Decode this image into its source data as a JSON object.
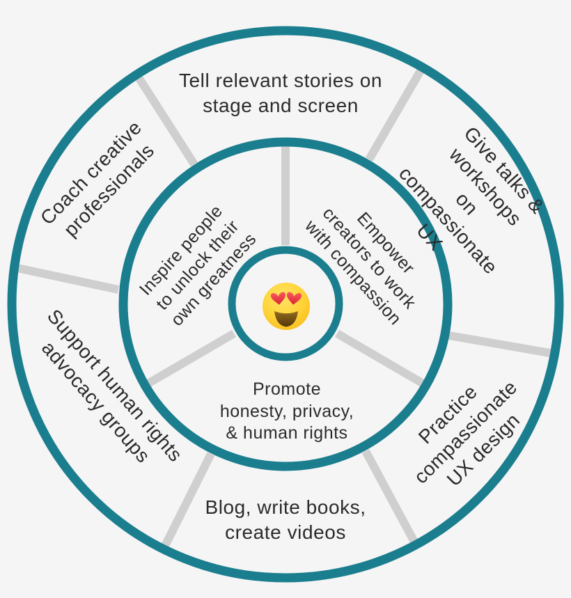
{
  "diagram": {
    "name": "passion-purpose-wheel",
    "center": {
      "emoji": "😍",
      "emoji_name": "heart-eyes-emoji"
    },
    "outer_ring": {
      "segments": [
        {
          "id": "tell-stories",
          "label": "Tell relevant stories on\nstage and screen"
        },
        {
          "id": "give-talks",
          "label": "Give talks & workshops\non compassionate UX"
        },
        {
          "id": "practice-ux",
          "label": "Practice\ncompassionate\nUX design"
        },
        {
          "id": "blog-books",
          "label": "Blog, write books,\ncreate videos"
        },
        {
          "id": "support-rights",
          "label": "Support human rights\nadvocacy groups"
        },
        {
          "id": "coach-creative",
          "label": "Coach creative\nprofessionals"
        }
      ]
    },
    "inner_ring": {
      "segments": [
        {
          "id": "inspire-people",
          "label": "Inspire people\nto unlock their\nown greatness"
        },
        {
          "id": "empower-creators",
          "label": "Empower\ncreators to work\nwith compassion"
        },
        {
          "id": "promote-honesty",
          "label": "Promote\nhonesty, privacy,\n& human rights"
        }
      ]
    },
    "colors": {
      "ring": "#1b7e8e",
      "divider": "#cfcfcf",
      "text": "#2b2b2b",
      "background": "#f5f5f6",
      "emoji_face": "#ffd23b",
      "emoji_hearts": "#e8333f",
      "emoji_mouth": "#6e4c12"
    }
  }
}
